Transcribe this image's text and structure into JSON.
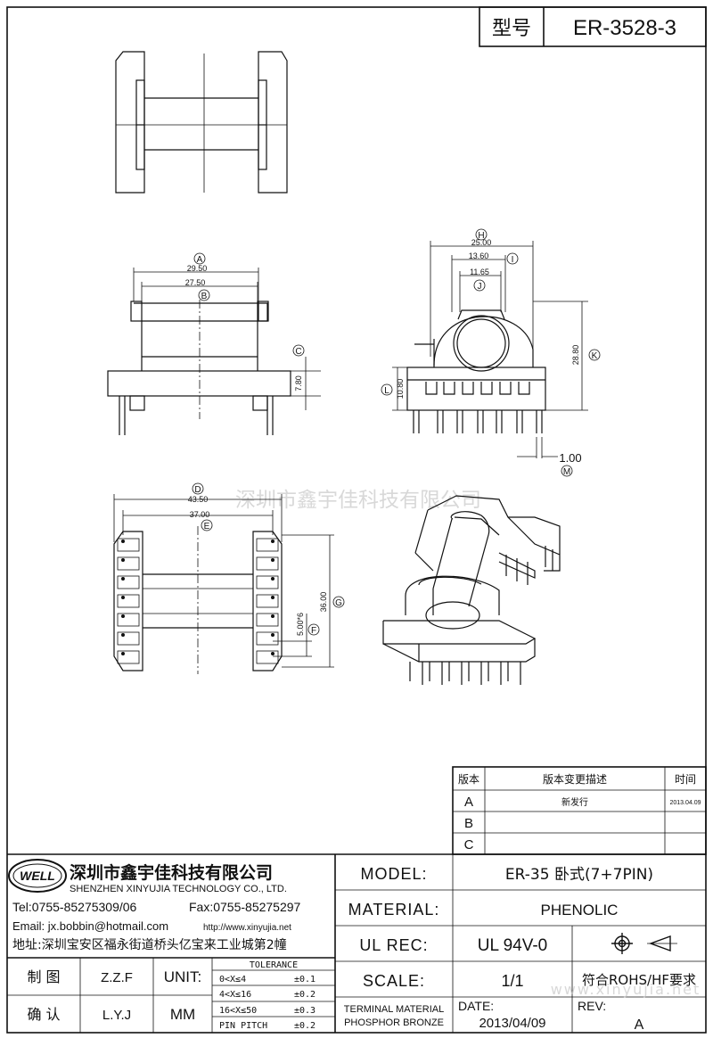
{
  "header": {
    "type_label": "型号",
    "part_number": "ER-3528-3"
  },
  "dimensions": {
    "A": {
      "letter": "A",
      "value": "29.50"
    },
    "B": {
      "letter": "B",
      "value": "27.50"
    },
    "C": {
      "letter": "C",
      "value": "7.80"
    },
    "D": {
      "letter": "D",
      "value": "43.50"
    },
    "E": {
      "letter": "E",
      "value": "37.00"
    },
    "F": {
      "letter": "F",
      "value": "5.00*6"
    },
    "G": {
      "letter": "G",
      "value": "36.00"
    },
    "H": {
      "letter": "H",
      "value": "25.00"
    },
    "I": {
      "letter": "I",
      "value": "13.60"
    },
    "J": {
      "letter": "J",
      "value": "11.65"
    },
    "K": {
      "letter": "K",
      "value": "28.80"
    },
    "L": {
      "letter": "L",
      "value": "10.80"
    },
    "M": {
      "letter": "M",
      "value": "1.00"
    }
  },
  "watermark_center": "深圳市鑫宇佳科技有限公司",
  "watermark_bottom": "www.xinyujia.net",
  "revision_table": {
    "headers": {
      "rev": "版本",
      "desc": "版本变更描述",
      "time": "时间"
    },
    "rows": [
      {
        "rev": "A",
        "desc": "新发行",
        "time": "2013.04.09"
      },
      {
        "rev": "B",
        "desc": "",
        "time": ""
      },
      {
        "rev": "C",
        "desc": "",
        "time": ""
      }
    ]
  },
  "company": {
    "logo_text": "WELL",
    "name_cn": "深圳市鑫宇佳科技有限公司",
    "name_en": "SHENZHEN XINYUJIA TECHNOLOGY CO., LTD.",
    "tel": "Tel:0755-85275309/06",
    "fax": "Fax:0755-85275297",
    "email": "Email: jx.bobbin@hotmail.com",
    "web": "http://www.xinyujia.net",
    "address": "地址:深圳宝安区福永街道桥头亿宝来工业城第2幢"
  },
  "title_block": {
    "model_label": "MODEL:",
    "model_value": "ER-35 卧式(7+7PIN)",
    "material_label": "MATERIAL:",
    "material_value": "PHENOLIC",
    "ulrec_label": "UL REC:",
    "ulrec_value": "UL 94V-0",
    "scale_label": "SCALE:",
    "scale_value": "1/1",
    "rohs": "符合ROHS/HF要求",
    "terminal_line1": "TERMINAL MATERIAL",
    "terminal_line2": "PHOSPHOR BRONZE",
    "date_label": "DATE:",
    "date_value": "2013/04/09",
    "rev_label": "REV:",
    "rev_value": "A",
    "drawn_label": "制 图",
    "drawn_value": "Z.Z.F",
    "checked_label": "确 认",
    "checked_value": "L.Y.J",
    "unit_label": "UNIT:",
    "unit_value": "MM",
    "tolerance_title": "TOLERANCE",
    "tolerances": [
      {
        "range": "0<X≤4",
        "value": "±0.1"
      },
      {
        "range": "4<X≤16",
        "value": "±0.2"
      },
      {
        "range": "16<X≤50",
        "value": "±0.3"
      },
      {
        "range": "PIN PITCH",
        "value": "±0.2"
      }
    ]
  }
}
